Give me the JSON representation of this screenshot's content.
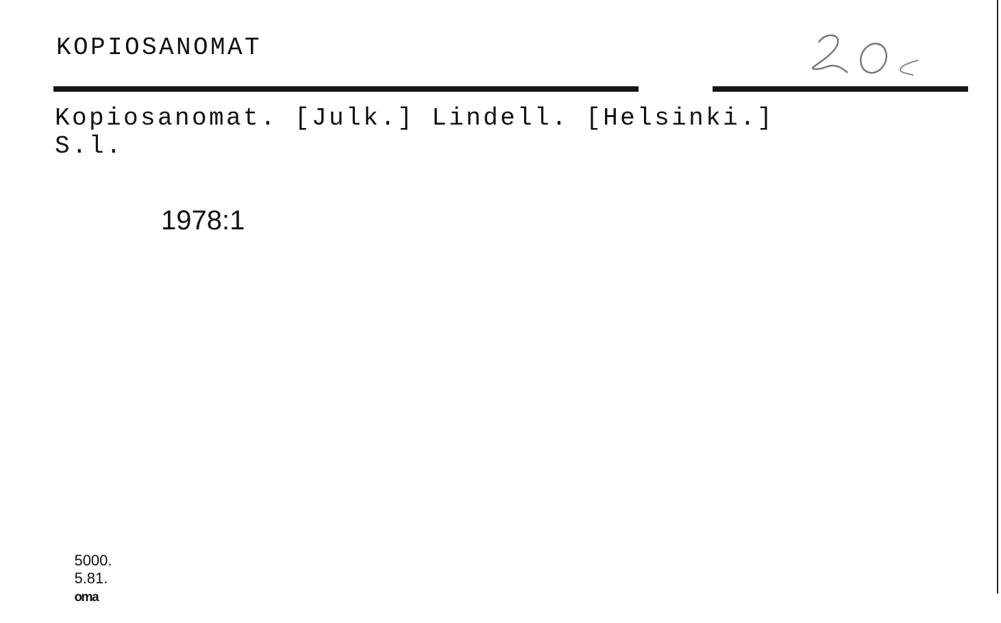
{
  "card": {
    "heading": "KOPIOSANOMAT",
    "handwritten_mark": "20c",
    "entry_line1": "Kopiosanomat. [Julk.] Lindell. [Helsinki.]",
    "entry_line2": "S.l.",
    "holdings": "1978:1",
    "footer_number": "5000.",
    "footer_date": "5.81.",
    "footer_printer": "oma"
  }
}
